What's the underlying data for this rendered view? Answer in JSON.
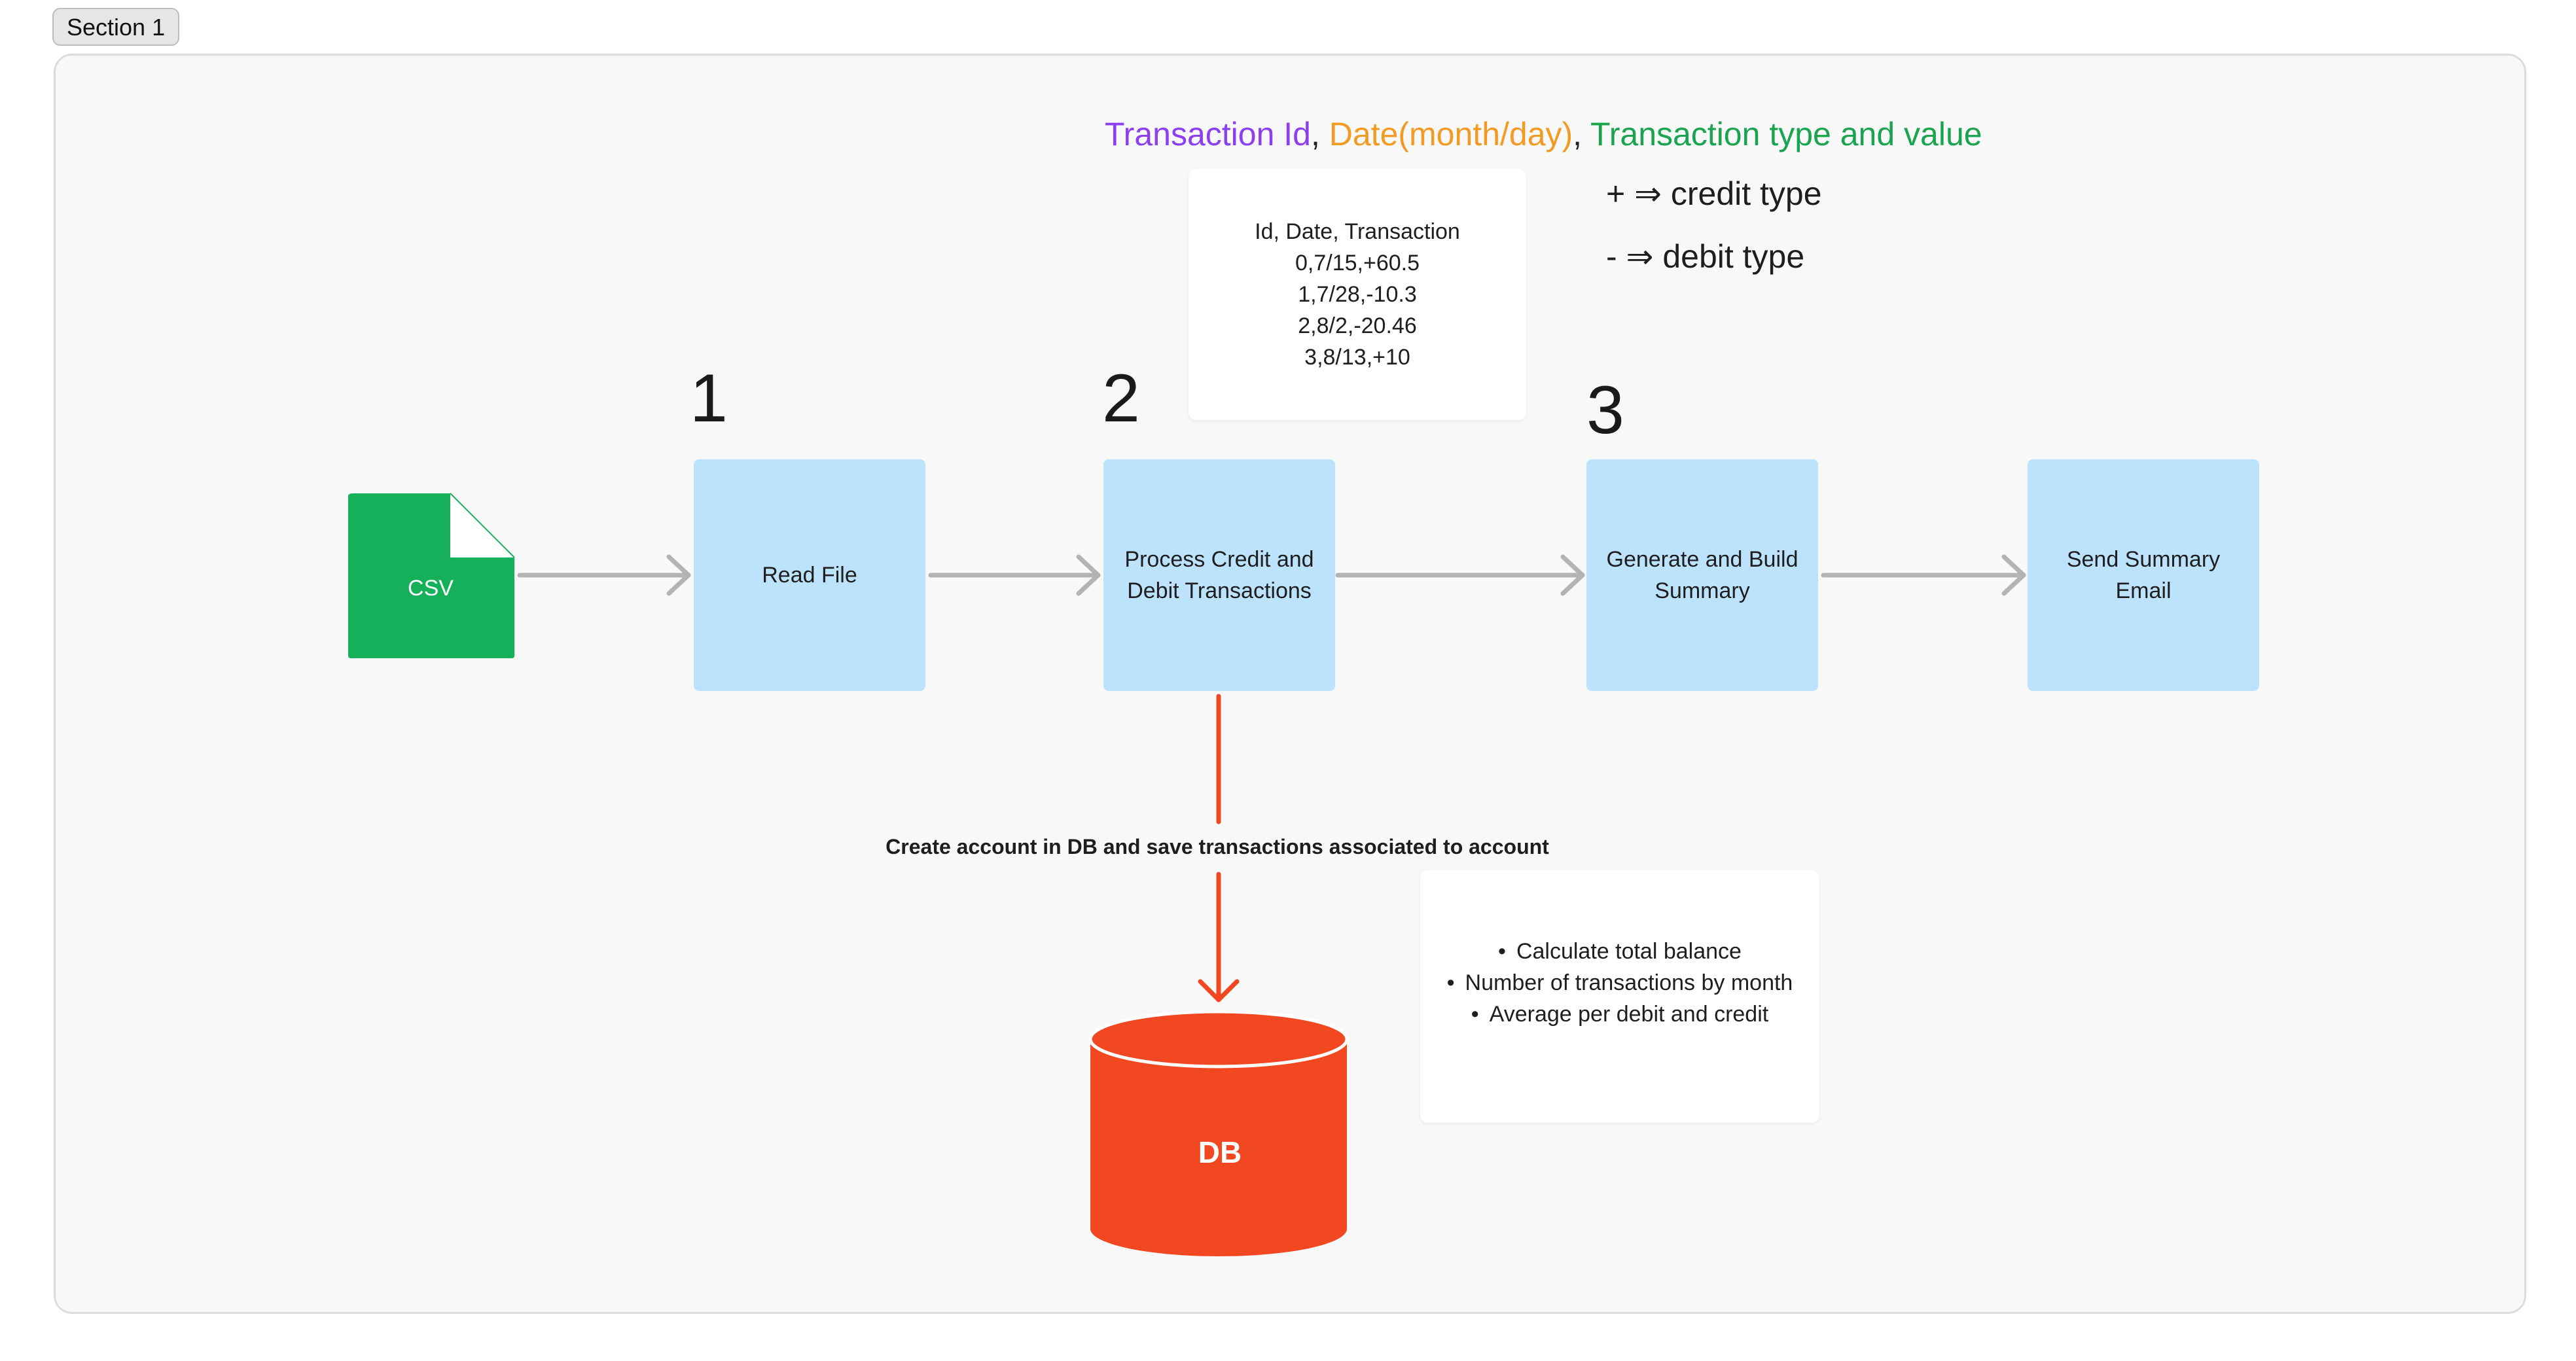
{
  "section": {
    "label": "Section 1"
  },
  "header": {
    "part1": "Transaction Id",
    "sep1": ", ",
    "part2": "Date(month/day)",
    "sep2": ", ",
    "part3": "Transaction type and value"
  },
  "legend": {
    "credit": "+ ⇒ credit type",
    "debit": "- ⇒ debit type"
  },
  "sample_note": {
    "lines": [
      "Id, Date, Transaction",
      "0,7/15,+60.5",
      "1,7/28,-10.3",
      "2,8/2,-20.46",
      "3,8/13,+10"
    ]
  },
  "steps": {
    "step1": "1",
    "step2": "2",
    "step3": "3"
  },
  "nodes": {
    "csv": "CSV",
    "read_file": "Read File",
    "process": "Process Credit and Debit Transactions",
    "summary": "Generate and Build Summary",
    "email": "Send Summary Email",
    "db": "DB"
  },
  "db_caption": "Create account in DB and save transactions associated to account",
  "summary_note": {
    "items": [
      "Calculate total balance",
      "Number of transactions by month",
      "Average per debit and credit"
    ]
  },
  "colors": {
    "header_id": "#8b3ff0",
    "header_date": "#f29a22",
    "header_type": "#1aa44f",
    "process_box": "#bde3fc",
    "csv_file": "#17b05a",
    "db": "#f24822",
    "flow_arrow": "#b3b3b3"
  }
}
